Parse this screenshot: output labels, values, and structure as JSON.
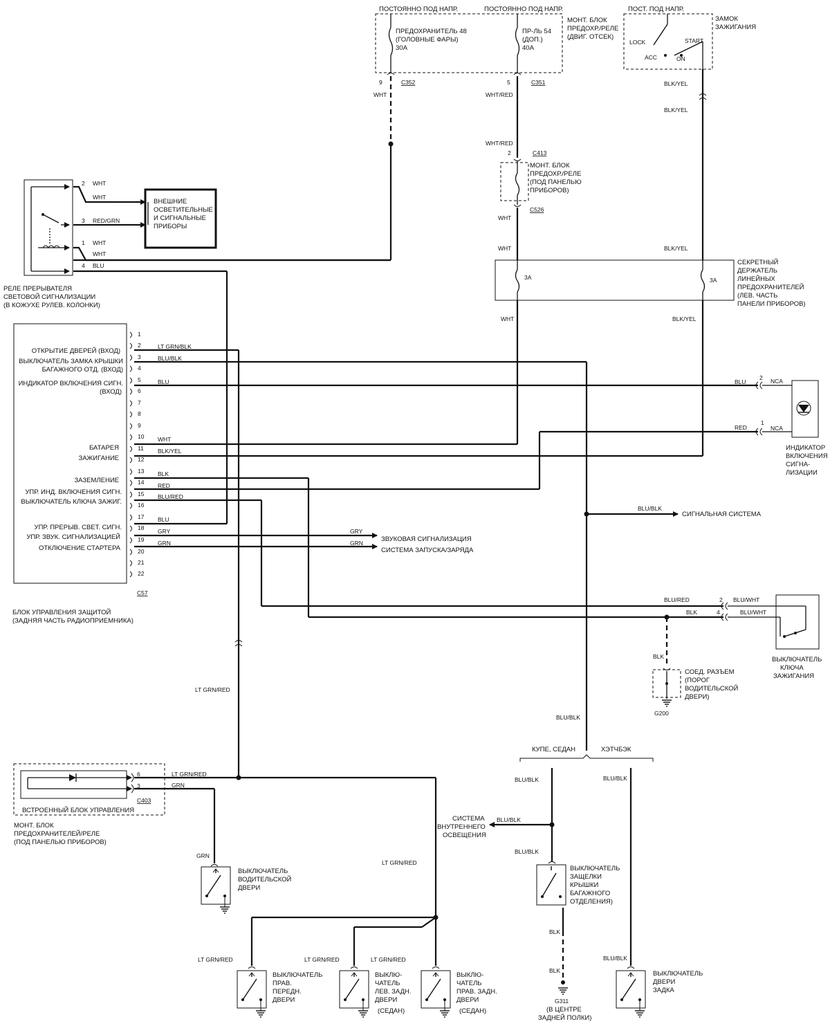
{
  "top": {
    "hot1": "ПОСТОЯННО ПОД НАПР.",
    "hot2": "ПОСТОЯННО ПОД НАПР.",
    "hot3": "ПОСТ. ПОД НАПР.",
    "fuse48": [
      "ПРЕДОХРАНИТЕЛЬ 48",
      "(ГОЛОВНЫЕ ФАРЫ)",
      "30A"
    ],
    "fuse54": [
      "ПР-ЛЬ 54",
      "(ДОП.)",
      "40A"
    ],
    "box_engine": [
      "МОНТ. БЛОК",
      "ПРЕДОХР./РЕЛЕ",
      "(ДВИГ. ОТСЕК)"
    ],
    "ign_switch": [
      "ЗАМОК",
      "ЗАЖИГАНИЯ"
    ],
    "ign_pos": {
      "lock": "LOCK",
      "acc": "ACC",
      "start": "START",
      "on": "ON"
    },
    "c352": "C352",
    "c351": "C351",
    "pin9": "9",
    "pin5": "5"
  },
  "wires": {
    "wht": "WHT",
    "wht_red": "WHT/RED",
    "blk_yel": "BLK/YEL",
    "blu": "BLU",
    "red": "RED",
    "red_grn": "RED/GRN",
    "lt_grn_blk": "LT GRN/BLK",
    "blu_blk": "BLU/BLK",
    "blu_red": "BLU/RED",
    "blk": "BLK",
    "gry": "GRY",
    "grn": "GRN",
    "lt_grn_red": "LT GRN/RED",
    "blu_wht": "BLU/WHT",
    "nca": "NCA"
  },
  "dash_box": {
    "label": [
      "МОНТ. БЛОК",
      "ПРЕДОХР./РЕЛЕ",
      "(ПОД ПАНЕЛЬЮ",
      "ПРИБОРОВ)"
    ],
    "c413": "C413",
    "c526": "C526",
    "pin2": "2"
  },
  "secret_holder": {
    "label": [
      "СЕКРЕТНЫЙ",
      "ДЕРЖАТЕЛЬ",
      "ЛИНЕЙНЫХ",
      "ПРЕДОХРАНИТЕЛЕЙ",
      "(ЛЕВ. ЧАСТЬ",
      "ПАНЕЛИ ПРИБОРОВ)"
    ],
    "fuse_a": "3A",
    "fuse_b": "3A"
  },
  "flasher": {
    "label": [
      "РЕЛЕ ПРЕРЫВАТЕЛЯ",
      "СВЕТОВОЙ СИГНАЛИЗАЦИИ",
      "(В КОЖУХЕ РУЛЕВ. КОЛОНКИ)"
    ],
    "ext_lights": [
      "ВНЕШНИЕ",
      "ОСВЕТИТЕЛЬНЫЕ",
      "И СИГНАЛЬНЫЕ",
      "ПРИБОРЫ"
    ],
    "pins": [
      "2",
      "3",
      "1",
      "4"
    ]
  },
  "ecu": {
    "label": [
      "БЛОК УПРАВЛЕНИЯ ЗАЩИТОЙ",
      "(ЗАДНЯЯ ЧАСТЬ РАДИОПРИЕМНИКА)"
    ],
    "connector": "C57",
    "pins": [
      "1",
      "2",
      "3",
      "4",
      "5",
      "6",
      "7",
      "8",
      "9",
      "10",
      "11",
      "12",
      "13",
      "14",
      "15",
      "16",
      "17",
      "18",
      "19",
      "20",
      "21",
      "22"
    ],
    "pin_labels": [
      "ОТКРЫТИЕ ДВЕРЕЙ (ВХОД)",
      "ВЫКЛЮЧАТЕЛЬ ЗАМКА КРЫШКИ",
      "БАГАЖНОГО ОТД. (ВХОД)",
      "ИНДИКАТОР ВКЛЮЧЕНИЯ СИГН.",
      "(ВХОД)",
      "БАТАРЕЯ",
      "ЗАЖИГАНИЕ",
      "ЗАЗЕМЛЕНИЕ",
      "УПР. ИНД. ВКЛЮЧЕНИЯ СИГН.",
      "ВЫКЛЮЧАТЕЛЬ КЛЮЧА ЗАЖИГ.",
      "УПР. ПРЕРЫВ. СВЕТ. СИГН.",
      "УПР. ЗВУК. СИГНАЛИЗАЦИЕЙ",
      "ОТКЛЮЧЕНИЕ СТАРТЕРА"
    ]
  },
  "indicator": {
    "label": [
      "ИНДИКАТОР",
      "ВКЛЮЧЕНИЯ",
      "СИГНА-",
      "ЛИЗАЦИИ"
    ],
    "pin2": "2",
    "pin1": "1"
  },
  "outputs": {
    "alarm_system": "СИГНАЛЬНАЯ СИСТЕМА",
    "horn": "ЗВУКОВАЯ СИГНАЛИЗАЦИЯ",
    "starting": "СИСТЕМА ЗАПУСКА/ЗАРЯДА"
  },
  "key_switch": {
    "label": [
      "ВЫКЛЮЧАТЕЛЬ",
      "КЛЮЧА",
      "ЗАЖИГАНИЯ"
    ],
    "pin2": "2",
    "pin4": "4"
  },
  "ground_conn": {
    "label": [
      "СОЕД. РАЗЪЕМ",
      "(ПОРОГ",
      "ВОДИТЕЛЬСКОЙ",
      "ДВЕРИ)"
    ],
    "ground": "G200"
  },
  "control_unit": {
    "label": "ВСТРОЕННЫЙ БЛОК УПРАВЛЕНИЯ",
    "box": [
      "МОНТ. БЛОК",
      "ПРЕДОХРАНИТЕЛЕЙ/РЕЛЕ",
      "(ПОД ПАНЕЛЬЮ ПРИБОРОВ)"
    ],
    "connector": "C403",
    "pin6": "6",
    "pin3": "3"
  },
  "body_style": {
    "coupe_sedan": "КУПЕ, СЕДАН",
    "hatchback": "ХЭТЧБЭК"
  },
  "interior": [
    "СИСТЕМА",
    "ВНУТРЕННЕГО",
    "ОСВЕЩЕНИЯ"
  ],
  "switches": {
    "driver_door": [
      "ВЫКЛЮЧАТЕЛЬ",
      "ВОДИТЕЛЬСКОЙ",
      "ДВЕРИ"
    ],
    "trunk": [
      "ВЫКЛЮЧАТЕЛЬ",
      "ЗАЩЕЛКИ",
      "КРЫШКИ",
      "БАГАЖНОГО",
      "ОТДЕЛЕНИЯ)"
    ],
    "rf_door": [
      "ВЫКЛЮЧАТЕЛЬ",
      "ПРАВ.",
      "ПЕРЕДН.",
      "ДВЕРИ"
    ],
    "lr_door": [
      "ВЫКЛЮ-",
      "ЧАТЕЛЬ",
      "ЛЕВ. ЗАДН.",
      "ДВЕРИ",
      "(СЕДАН)"
    ],
    "rr_door": [
      "ВЫКЛЮ-",
      "ЧАТЕЛЬ",
      "ПРАВ. ЗАДН.",
      "ДВЕРИ",
      "(СЕДАН)"
    ],
    "hatch": [
      "ВЫКЛЮЧАТЕЛЬ",
      "ДВЕРИ",
      "ЗАДКА"
    ]
  },
  "g311": [
    "G311",
    "(В ЦЕНТРЕ",
    "ЗАДНЕЙ ПОЛКИ)"
  ]
}
